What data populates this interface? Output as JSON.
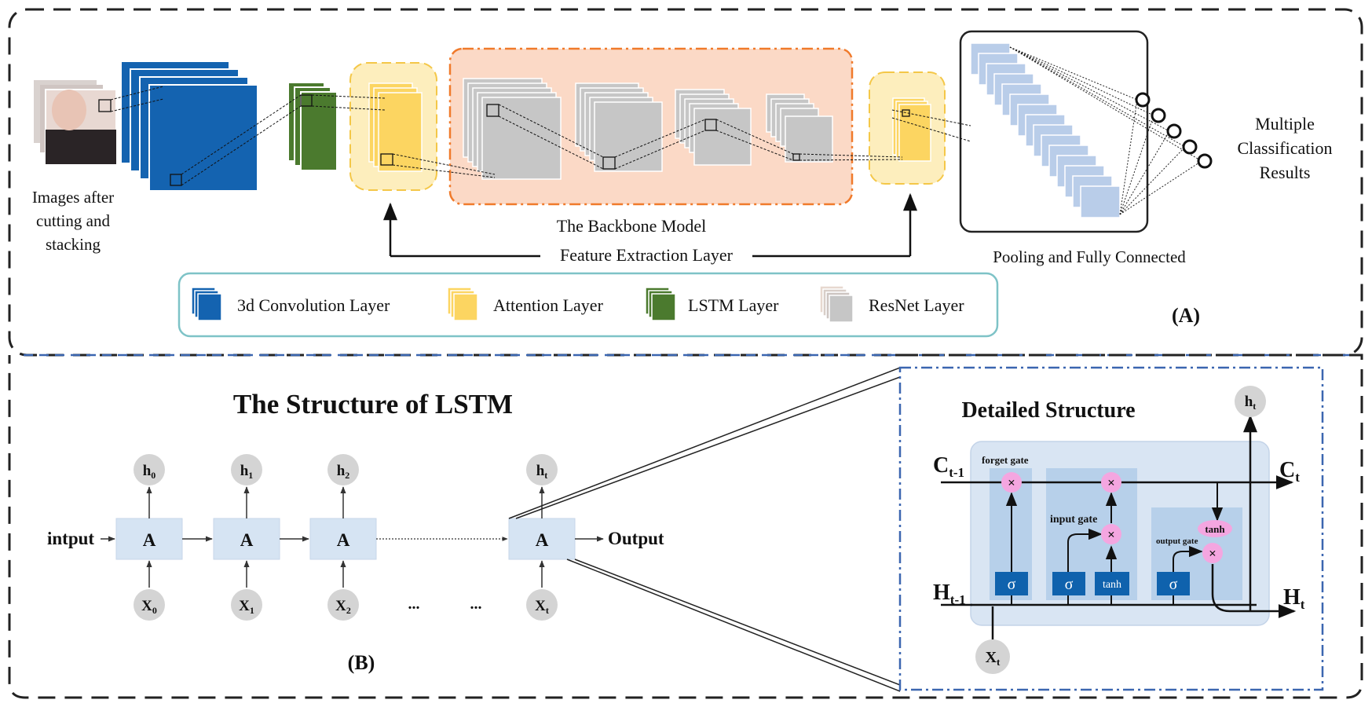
{
  "panel_a": {
    "input_label": [
      "Images after",
      "cutting and",
      "stacking"
    ],
    "backbone_label": "The Backbone  Model",
    "feature_label": "Feature Extraction Layer",
    "pooling_label": "Pooling and Fully Connected",
    "results_label": [
      "Multiple",
      "Classification",
      "Results"
    ],
    "tag": "(A)",
    "legend": [
      {
        "label": "3d Convolution Layer",
        "color": "#1463b0"
      },
      {
        "label": "Attention Layer",
        "color": "#fcd561"
      },
      {
        "label": "LSTM Layer",
        "color": "#4b7a2e"
      },
      {
        "label": "ResNet Layer",
        "color": "#bdbdbd"
      }
    ]
  },
  "panel_b": {
    "title": "The Structure of LSTM",
    "tag": "(B)",
    "input_label": "intput",
    "output_label": "Output",
    "cell_label": "A",
    "hidden_nodes": [
      {
        "base": "h",
        "sub": "0"
      },
      {
        "base": "h",
        "sub": "1"
      },
      {
        "base": "h",
        "sub": "2"
      },
      {
        "base": "h",
        "sub": "t"
      }
    ],
    "input_nodes": [
      {
        "base": "X",
        "sub": "0"
      },
      {
        "base": "X",
        "sub": "1"
      },
      {
        "base": "X",
        "sub": "2"
      },
      {
        "base": "X",
        "sub": "t"
      }
    ],
    "ellipsis": [
      "...",
      "..."
    ]
  },
  "detail": {
    "title": "Detailed Structure",
    "forget_gate": "forget gate",
    "input_gate": "input gate",
    "output_gate": "output gate",
    "sigma": "σ",
    "tanh": "tanh",
    "times": "×",
    "c_prev": {
      "base": "C",
      "sub": "t-1"
    },
    "c_next": {
      "base": "C",
      "sub": "t"
    },
    "h_prev": {
      "base": "H",
      "sub": "t-1"
    },
    "h_next": {
      "base": "H",
      "sub": "t"
    },
    "h_out": {
      "base": "h",
      "sub": "t"
    },
    "x_in": {
      "base": "X",
      "sub": "t"
    }
  },
  "colors": {
    "conv": "#1463b0",
    "attention": "#fcd561",
    "attention_glow": "#fdeebd",
    "lstm": "#4b7a2e",
    "resnet": "#c6c6c6",
    "backbone_bg": "#fbd9c6",
    "backbone_border": "#f07a2b",
    "legend_border": "#7ec3c7",
    "cell_fill": "#d6e4f3",
    "node_fill": "#d4d4d4",
    "pink": "#f4a6e0",
    "dense": "#b9cde9"
  }
}
